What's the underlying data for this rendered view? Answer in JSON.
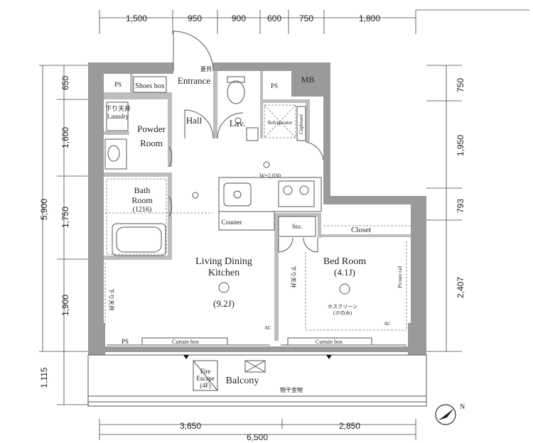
{
  "dimensions": {
    "top": [
      "1,500",
      "950",
      "900",
      "600",
      "750",
      "1,800"
    ],
    "left_total": "5,900",
    "left": [
      "650",
      "1,600",
      "1,750",
      "1,900",
      "1,115"
    ],
    "right": [
      "750",
      "1,950",
      "793",
      "2,407"
    ],
    "bottom": [
      "3,650",
      "2,850"
    ],
    "bottom_total": "6,500",
    "counter_width": "W=2,030"
  },
  "rooms": {
    "ps_top_left": "PS",
    "shoes_box": "Shoes box",
    "entrance": "Entrance",
    "entrance_note": "菱貝",
    "ps_top_mid": "PS",
    "mb": "MB",
    "laundry_note": "下り天井",
    "laundry": "Laundry",
    "powder_room_1": "Powder",
    "powder_room_2": "Room",
    "hall": "Hall",
    "lav": "Lav.",
    "refrigerator": "Refrigerator",
    "cupboard": "Cupboard",
    "bath_room_1": "Bath",
    "bath_room_2": "Room",
    "bath_size": "(1216)",
    "counter": "Counter",
    "storage": "Sto.",
    "closet": "Closet",
    "ldk_1": "Living Dining",
    "ldk_2": "Kitchen",
    "ldk_size": "(9.2J)",
    "bed_room": "Bed Room",
    "bed_size": "(4.1J)",
    "ceiling_note_bed": "下り天井",
    "ceiling_note_ldk": "下り天井",
    "picture_rail": "Picture rail",
    "screen_note_1": "ホスクリーン",
    "screen_note_2": "(1Fのみ)",
    "ps_bottom": "PS",
    "curtain_box_left": "Curtain box",
    "curtain_box_right": "Curtain box",
    "fire_escape_1": "Fire",
    "fire_escape_2": "Escape",
    "fire_escape_3": "(4F)",
    "balcony": "Balcony",
    "drying_hardware": "物干金物",
    "ac_1": "AC",
    "ac_2": "AC",
    "compass_n": "N"
  }
}
